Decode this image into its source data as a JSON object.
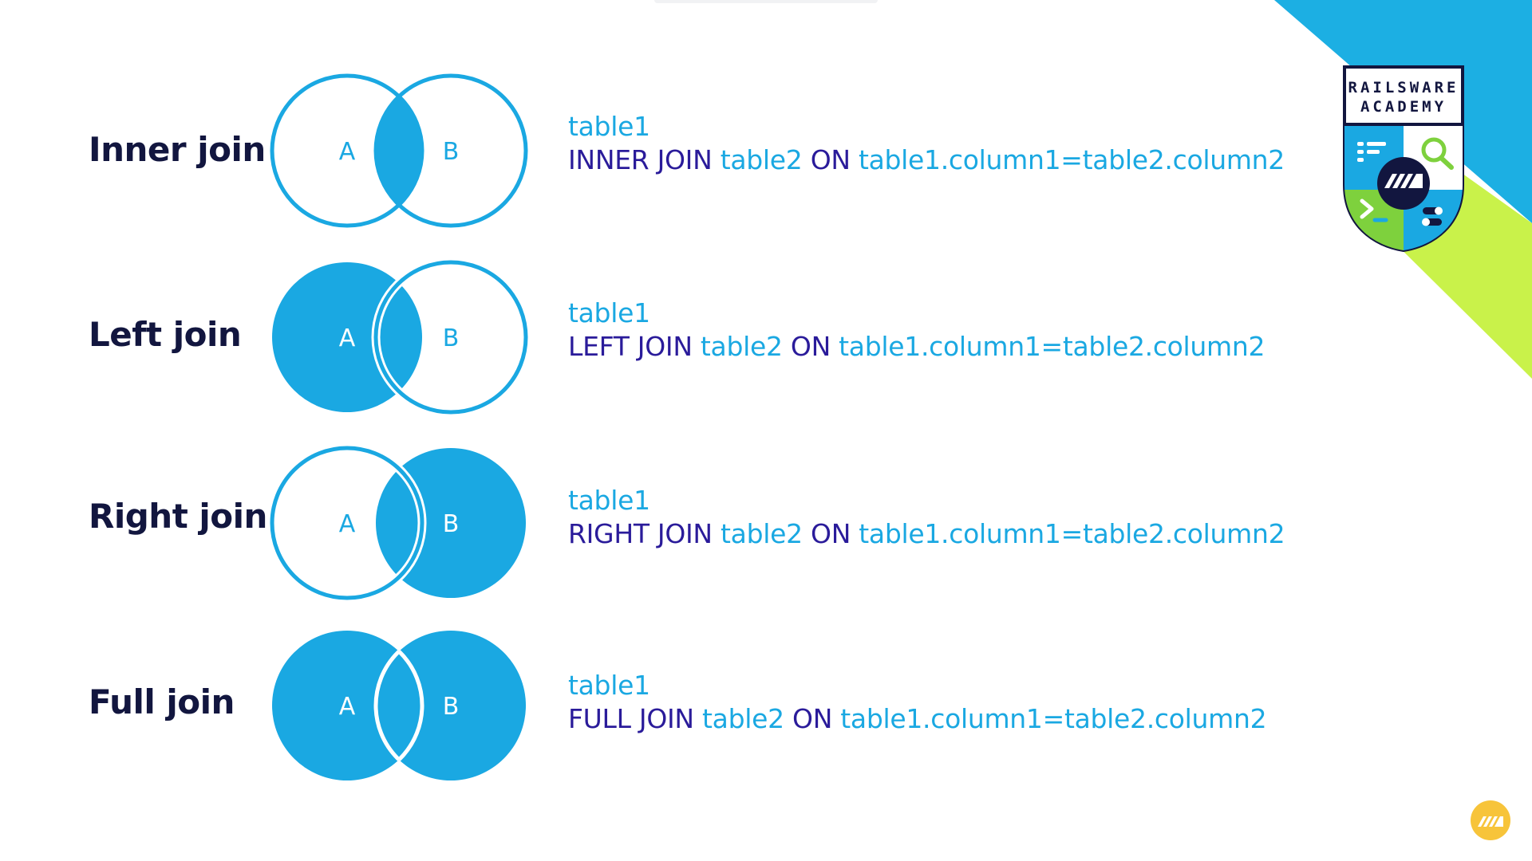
{
  "joins": [
    {
      "label": "Inner join",
      "fill": "inner",
      "letters": {
        "a": "A",
        "b": "B"
      },
      "sql": {
        "line1": "table1",
        "keyword": "INNER JOIN",
        "table2": "table2",
        "on": "ON",
        "condition": "table1.column1=table2.column2"
      }
    },
    {
      "label": "Left join",
      "fill": "left",
      "letters": {
        "a": "A",
        "b": "B"
      },
      "sql": {
        "line1": "table1",
        "keyword": "LEFT JOIN",
        "table2": "table2",
        "on": "ON",
        "condition": "table1.column1=table2.column2"
      }
    },
    {
      "label": "Right join",
      "fill": "right",
      "letters": {
        "a": "A",
        "b": "B"
      },
      "sql": {
        "line1": "table1",
        "keyword": "RIGHT JOIN",
        "table2": "table2",
        "on": "ON",
        "condition": "table1.column1=table2.column2"
      }
    },
    {
      "label": "Full join",
      "fill": "full",
      "letters": {
        "a": "A",
        "b": "B"
      },
      "sql": {
        "line1": "table1",
        "keyword": "FULL JOIN",
        "table2": "table2",
        "on": "ON",
        "condition": "table1.column1=table2.column2"
      }
    }
  ],
  "badge": {
    "line1": "RAILSWARE",
    "line2": "ACADEMY"
  },
  "icons": {
    "corner_logo": "railsware-logo-icon",
    "badge": "railsware-academy-shield-icon"
  },
  "colors": {
    "venn_blue": "#1aa8e2",
    "heading": "#12163f",
    "keyword": "#2a1b9a",
    "table_text": "#1aa8e2",
    "corner_blue": "#1cafe3",
    "corner_green": "#c9f24a",
    "fab_yellow": "#f7c43a"
  }
}
